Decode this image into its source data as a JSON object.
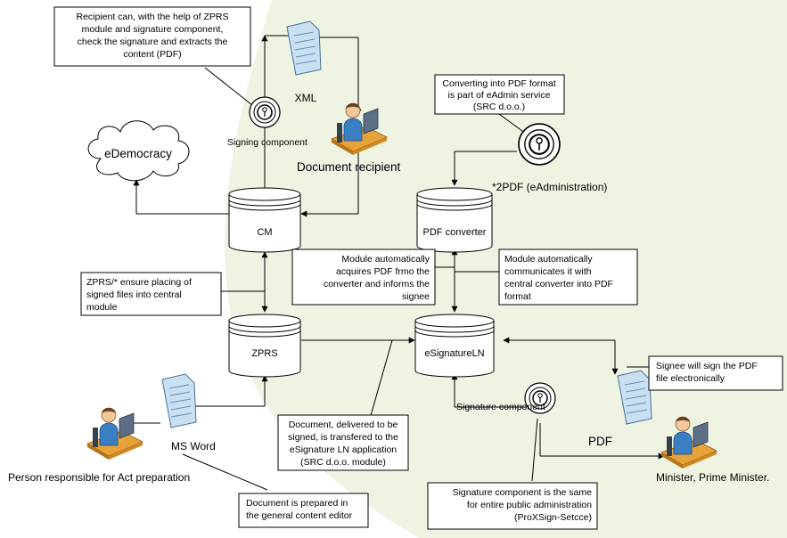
{
  "notes": {
    "recipient": [
      "Recipient can, with the help of ZPRS",
      "module and signature component,",
      "check the signature and extracts the",
      "content (PDF)"
    ],
    "converting": [
      "Converting into PDF format",
      "is part of eAdmin service",
      "(SRC d.o.o.)"
    ],
    "acquires": [
      "Module automatically",
      "acquires PDF frmo the",
      "converter and informs the",
      "signee"
    ],
    "communicates": [
      "Module automatically",
      "communicates it with",
      "central converter into PDF",
      "format"
    ],
    "zprs_ensure": [
      "ZPRS/* ensure placing of",
      "signed files into central",
      "module"
    ],
    "signee_sign": [
      "Signee will sign the PDF",
      "file electronically"
    ],
    "delivered": [
      "Document, delivered to be",
      "signed, is transfered to the",
      "eSignature LN application",
      "(SRC d.o.o. module)"
    ],
    "prepared": [
      "Document is prepared in",
      "the general content editor"
    ],
    "sig_same": [
      "Signature component is the same",
      "for entire public administration",
      "(ProXSign-Setcce)"
    ]
  },
  "nodes": {
    "cm": "CM",
    "pdf_converter": "PDF converter",
    "zprs": "ZPRS",
    "esignature": "eSignatureLN",
    "edemocracy": "eDemocracy"
  },
  "labels": {
    "xml": "XML",
    "signing_component": "Signing component",
    "document_recipient": "Document recipient",
    "two_pdf": "*2PDF (eAdministration)",
    "signature_component": "Signature component",
    "ms_word": "MS Word",
    "pdf": "PDF",
    "person_responsible": "Person responsible for Act preparation",
    "minister": "Minister, Prime Minister."
  },
  "colors": {
    "background_blob": "#eef3e2",
    "doc_fill": "#c9dff2",
    "person_shirt": "#3a7fc1",
    "desk": "#e8a23a"
  }
}
